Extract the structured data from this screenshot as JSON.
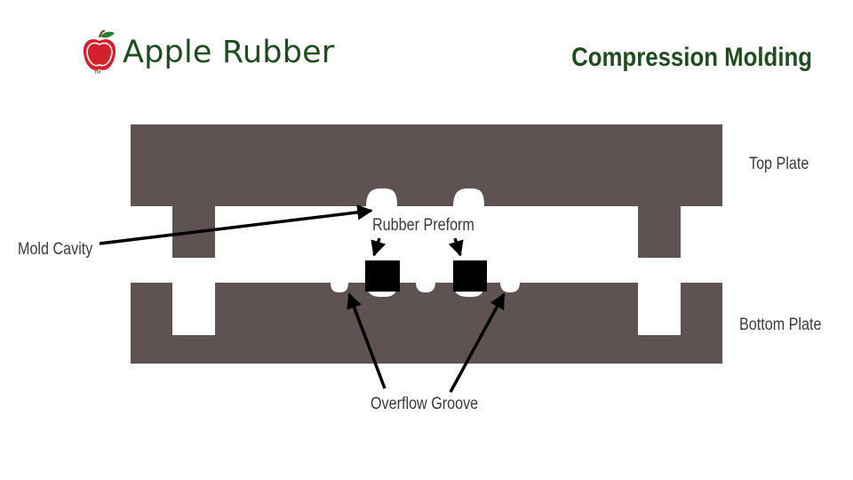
{
  "brand": {
    "name": "Apple Rubber",
    "logo_icon": "apple-icon"
  },
  "title": "Compression Molding",
  "labels": {
    "top_plate": "Top Plate",
    "bottom_plate": "Bottom Plate",
    "mold_cavity": "Mold Cavity",
    "rubber_preform": "Rubber Preform",
    "overflow_groove": "Overflow Groove"
  },
  "colors": {
    "plate": "#5e5352",
    "preform": "#000000",
    "brand_green": "#1f4d1f",
    "apple_red": "#d3212b"
  }
}
